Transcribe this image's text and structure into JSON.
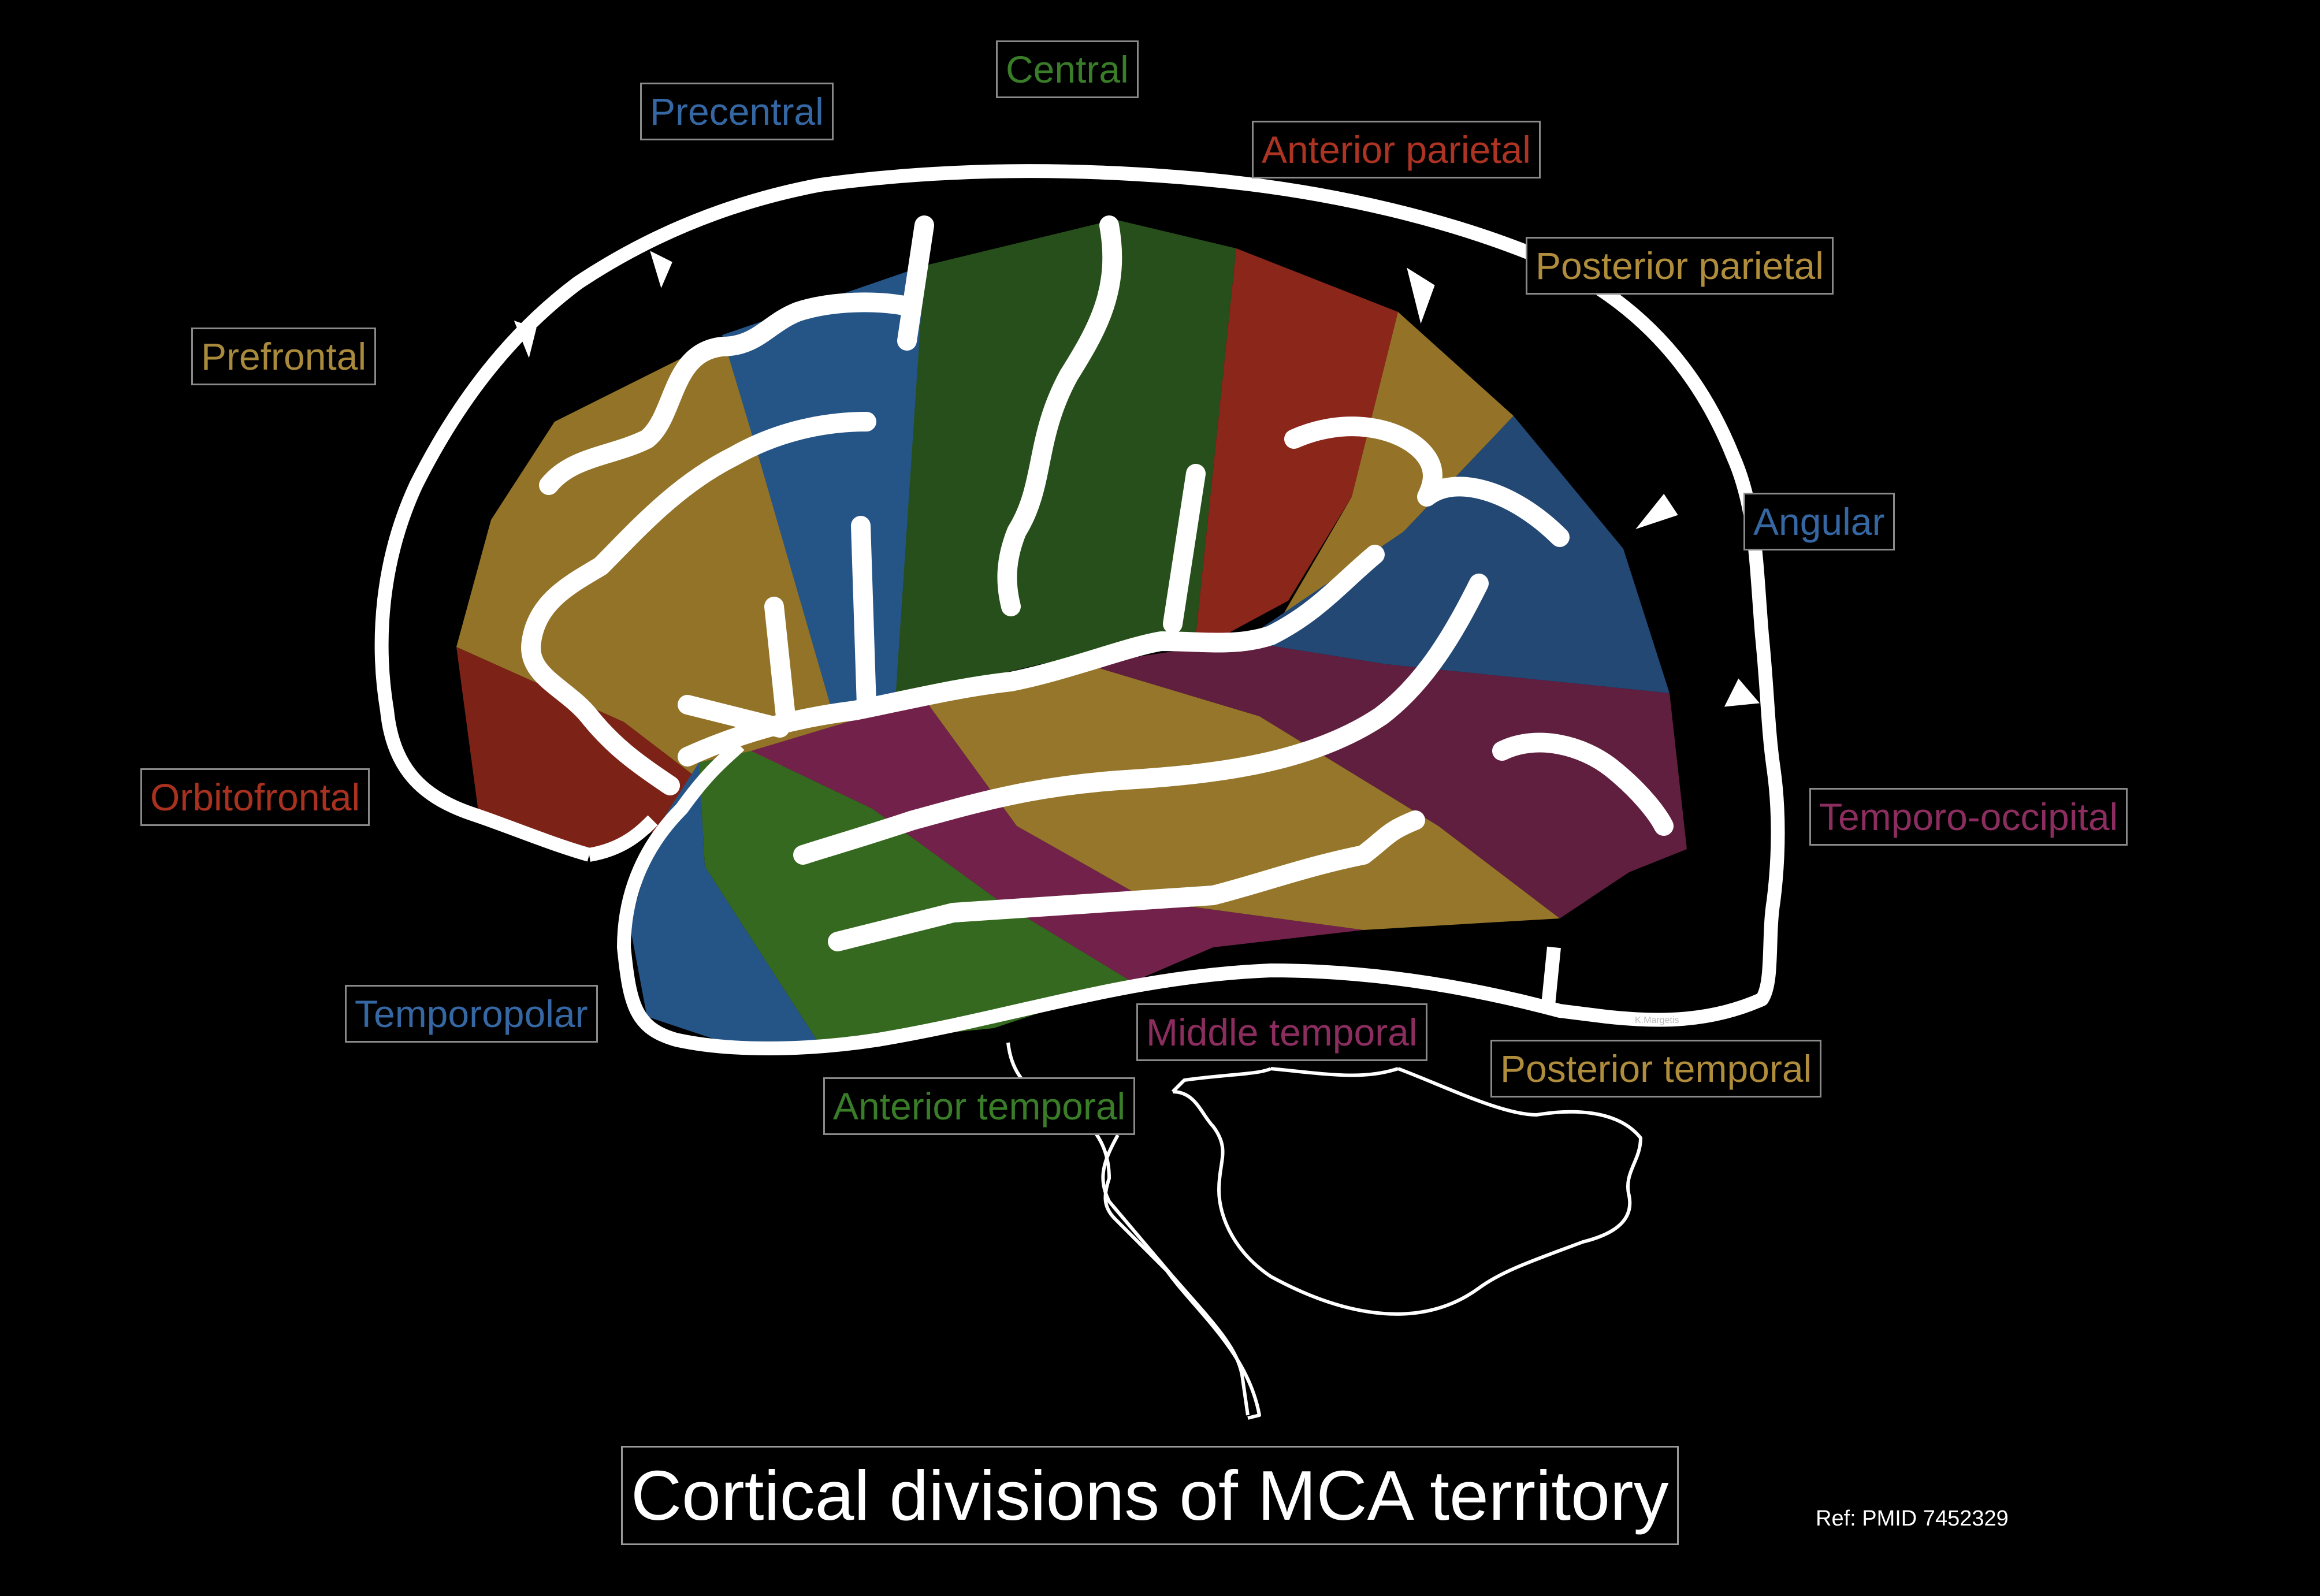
{
  "title": "Cortical divisions of MCA territory",
  "reference": "Ref: PMID 7452329",
  "credit": "K.Margetis",
  "regions": [
    {
      "id": "prefrontal",
      "label": "Prefrontal",
      "color": "#927328"
    },
    {
      "id": "orbitofrontal",
      "label": "Orbitofrontal",
      "color": "#7d2216"
    },
    {
      "id": "precentral",
      "label": "Precentral",
      "color": "#255587"
    },
    {
      "id": "central",
      "label": "Central",
      "color": "#274f1b"
    },
    {
      "id": "anterior-parietal",
      "label": "Anterior parietal",
      "color": "#8b261a"
    },
    {
      "id": "posterior-parietal",
      "label": "Posterior parietal",
      "color": "#947328"
    },
    {
      "id": "angular",
      "label": "Angular",
      "color": "#224873"
    },
    {
      "id": "temporo-occipital",
      "label": "Temporo-occipital",
      "color": "#611f3f"
    },
    {
      "id": "temporopolar",
      "label": "Temporopolar",
      "color": "#255587"
    },
    {
      "id": "anterior-temporal",
      "label": "Anterior temporal",
      "color": "#35691f"
    },
    {
      "id": "middle-temporal",
      "label": "Middle temporal",
      "color": "#72224a"
    },
    {
      "id": "posterior-temporal",
      "label": "Posterior temporal",
      "color": "#95762a"
    }
  ],
  "label_colors": {
    "prefrontal": "#a98a3c",
    "orbitofrontal": "#a8311f",
    "precentral": "#3567a3",
    "central": "#3a7d28",
    "anterior-parietal": "#ad3322",
    "posterior-parietal": "#b08d3c",
    "angular": "#3567a3",
    "temporo-occipital": "#8c2d5f",
    "temporopolar": "#3567a3",
    "anterior-temporal": "#3a7d28",
    "middle-temporal": "#8c2d5f",
    "posterior-temporal": "#b08d3c"
  }
}
